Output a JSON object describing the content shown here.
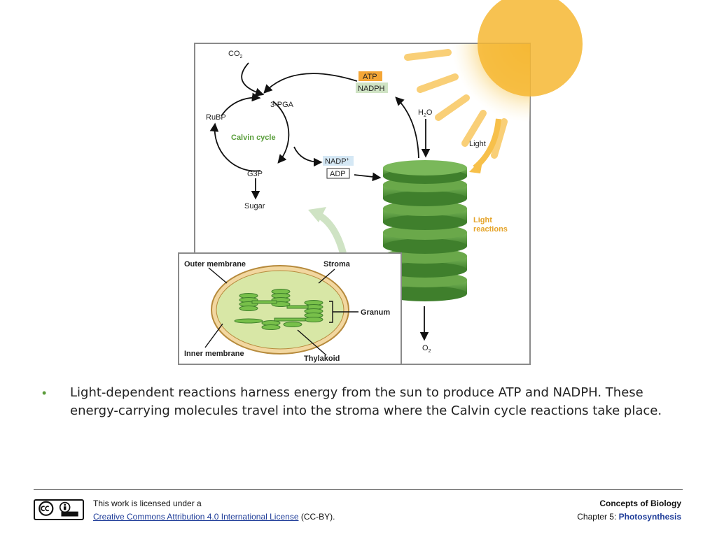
{
  "figure": {
    "calvin": {
      "co2": "CO",
      "co2_sub": "2",
      "pga": "3-PGA",
      "rubp": "RuBP",
      "cycle_label": "Calvin cycle",
      "g3p": "G3P",
      "sugar": "Sugar"
    },
    "carriers": {
      "atp": "ATP",
      "nadph": "NADPH",
      "nadp": "NADP",
      "nadp_sup": "+",
      "adp": "ADP"
    },
    "light": {
      "h2o_h": "H",
      "h2o_sub": "2",
      "h2o_o": "O",
      "light": "Light",
      "reactions_line1": "Light",
      "reactions_line2": "reactions",
      "o2": "O",
      "o2_sub": "2"
    },
    "chloroplast": {
      "outer_membrane": "Outer membrane",
      "stroma": "Stroma",
      "granum": "Granum",
      "inner_membrane": "Inner membrane",
      "thylakoid": "Thylakoid"
    },
    "colors": {
      "atp_bg": "#f4a636",
      "nadph_bg": "#cfe3c4",
      "nadp_bg": "#d5e8f5",
      "calvin_label": "#5a9e3c",
      "light_label": "#e5a42a",
      "thylakoid_dark": "#3f7f2c",
      "thylakoid_light": "#6aa84a",
      "sun": "#f7c04a"
    }
  },
  "bullet": {
    "text": "Light-dependent reactions harness energy from the sun to produce ATP and NADPH. These energy-carrying molecules travel into the stroma where the Calvin cycle reactions take place."
  },
  "footer": {
    "license_line1": "This work is licensed under a",
    "license_link": "Creative Commons Attribution 4.0 International License",
    "license_suffix": " (CC-BY).",
    "book_title": "Concepts of Biology",
    "chapter_prefix": "Chapter 5: ",
    "chapter_name": "Photosynthesis",
    "cc_icon": "cc-by-icon"
  }
}
